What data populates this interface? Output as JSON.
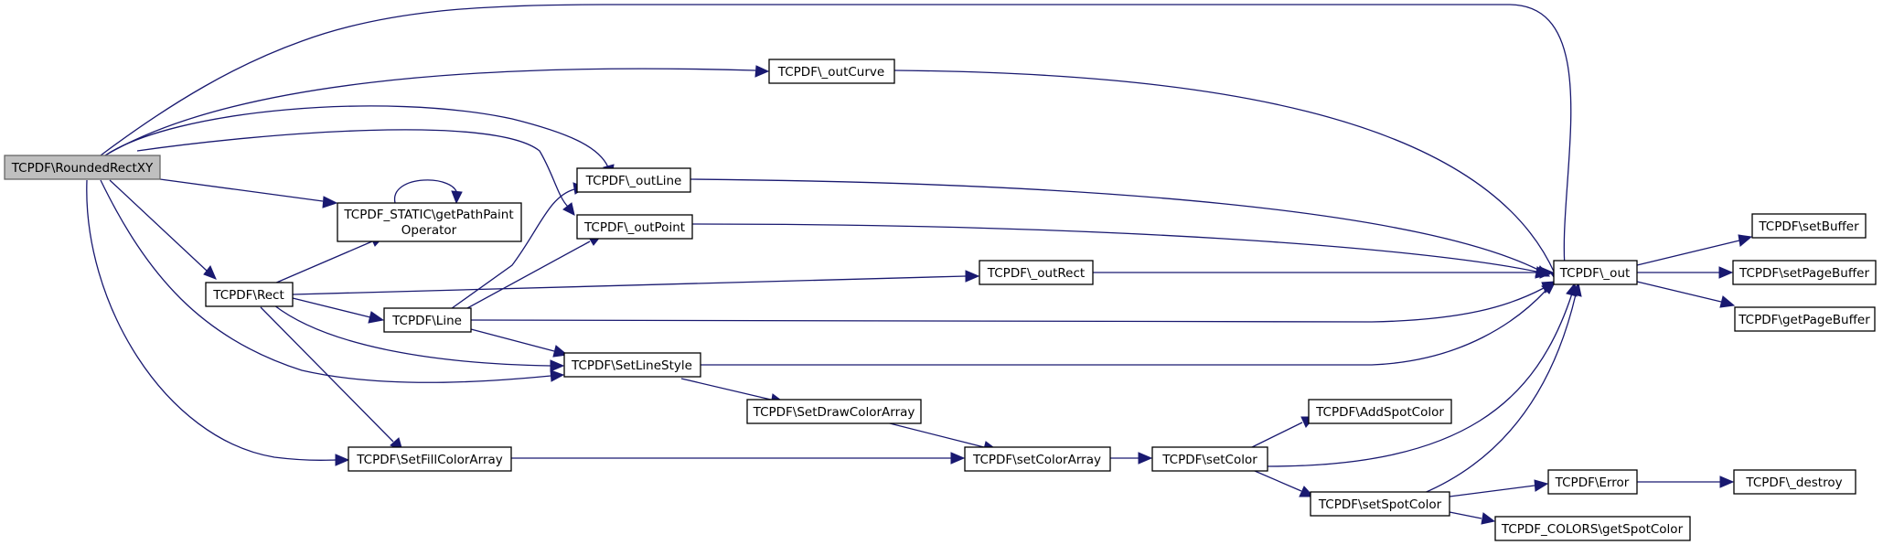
{
  "nodes": {
    "rounded_rect_xy": "TCPDF\\RoundedRectXY",
    "out_curve": "TCPDF\\_outCurve",
    "out_line": "TCPDF\\_outLine",
    "get_path_paint_operator_line1": "TCPDF_STATIC\\getPathPaint",
    "get_path_paint_operator_line2": "Operator",
    "out_point": "TCPDF\\_outPoint",
    "rect": "TCPDF\\Rect",
    "out_rect": "TCPDF\\_outRect",
    "line": "TCPDF\\Line",
    "set_line_style": "TCPDF\\SetLineStyle",
    "set_draw_color_array": "TCPDF\\SetDrawColorArray",
    "set_fill_color_array": "TCPDF\\SetFillColorArray",
    "set_color_array": "TCPDF\\setColorArray",
    "set_color": "TCPDF\\setColor",
    "add_spot_color": "TCPDF\\AddSpotColor",
    "set_spot_color": "TCPDF\\setSpotColor",
    "out": "TCPDF\\_out",
    "set_buffer": "TCPDF\\setBuffer",
    "set_page_buffer": "TCPDF\\setPageBuffer",
    "get_page_buffer": "TCPDF\\getPageBuffer",
    "error": "TCPDF\\Error",
    "destroy": "TCPDF\\_destroy",
    "colors_get_spot_color": "TCPDF_COLORS\\getSpotColor"
  },
  "colors": {
    "edge": "#191970",
    "root_fill": "#bfbfbf",
    "node_fill": "#ffffff",
    "node_stroke": "#000000"
  }
}
